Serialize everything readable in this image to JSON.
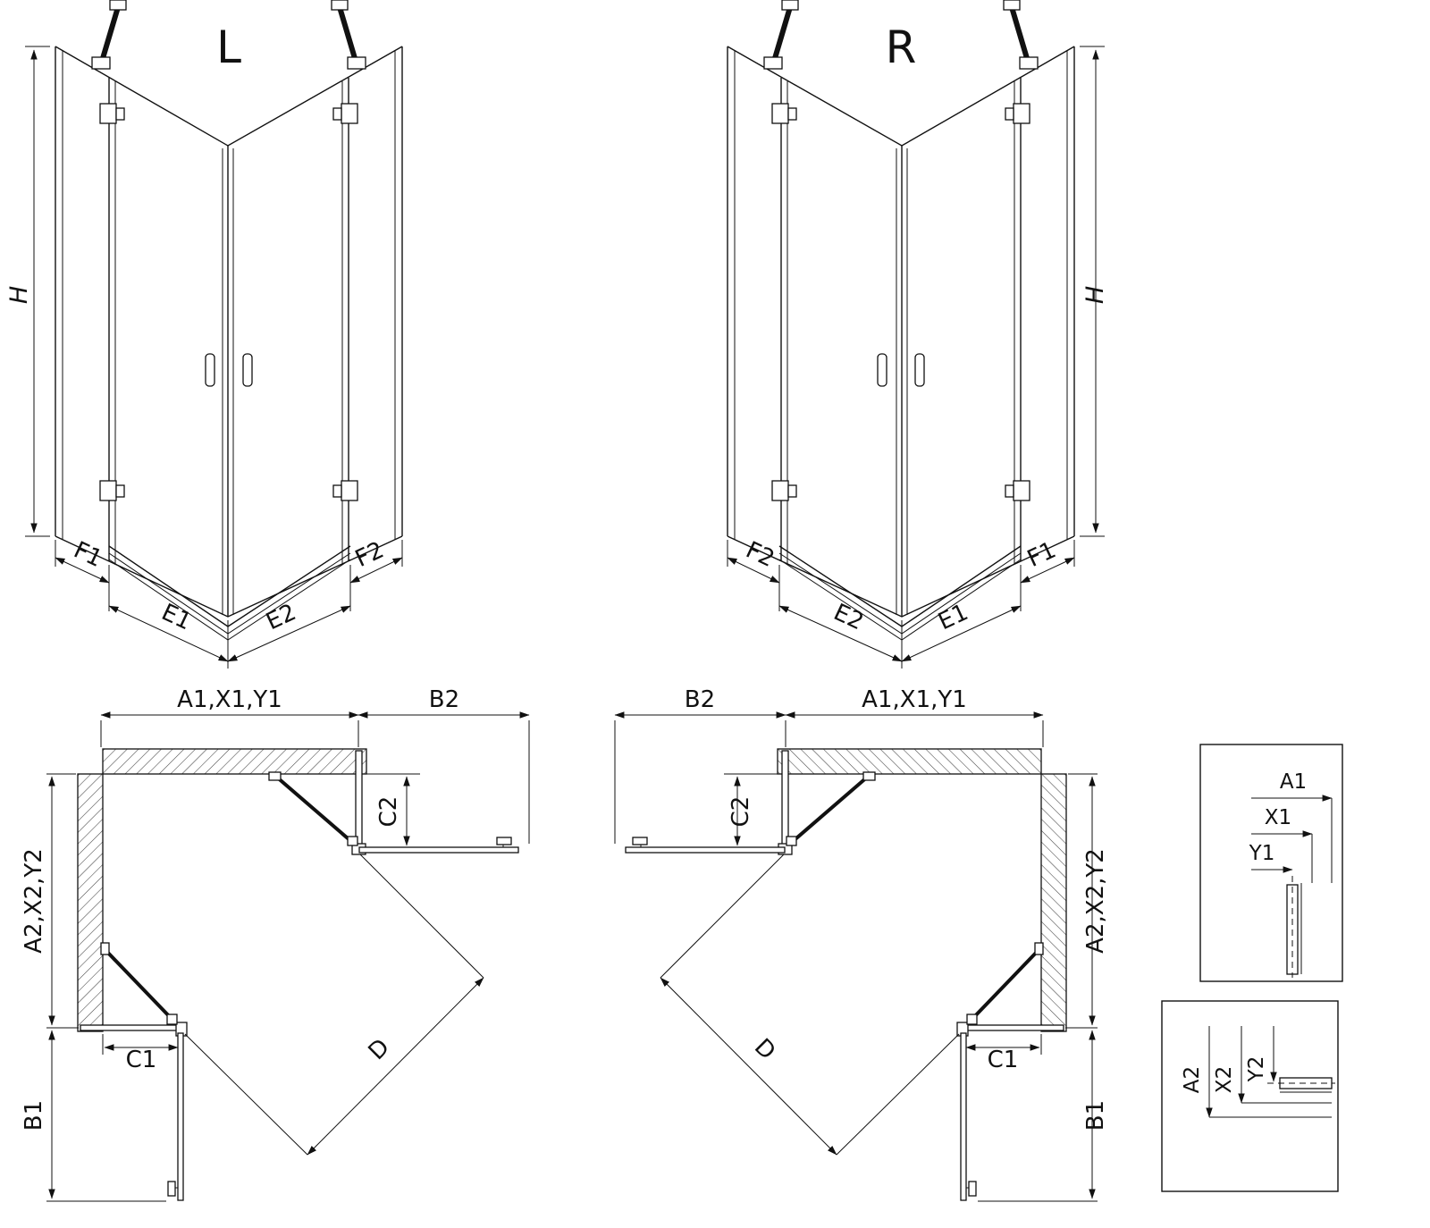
{
  "iso_left": {
    "title": "L",
    "h": "H",
    "f1": "F1",
    "e1": "E1",
    "e2": "E2",
    "f2": "F2"
  },
  "iso_right": {
    "title": "R",
    "h": "H",
    "f1": "F1",
    "e1": "E1",
    "e2": "E2",
    "f2": "F2"
  },
  "plan_left": {
    "width_top": "A1,X1,Y1",
    "door_right": "B2",
    "fixed_right": "C2",
    "depth_left": "A2,X2,Y2",
    "fixed_bottom": "C1",
    "door_bottom": "B1",
    "diagonal": "D"
  },
  "plan_right": {
    "width_top": "A1,X1,Y1",
    "door_left": "B2",
    "fixed_left": "C2",
    "depth_right": "A2,X2,Y2",
    "fixed_bottom": "C1",
    "door_bottom": "B1",
    "diagonal": "D"
  },
  "detail_top": {
    "a1": "A1",
    "x1": "X1",
    "y1": "Y1"
  },
  "detail_bottom": {
    "a2": "A2",
    "x2": "X2",
    "y2": "Y2"
  }
}
